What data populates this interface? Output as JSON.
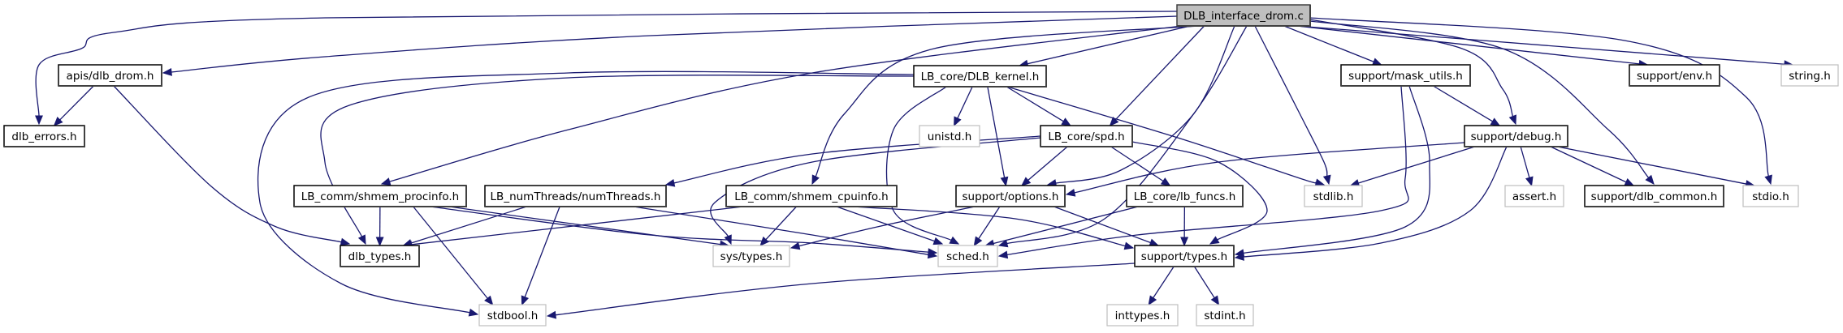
{
  "title": "DLB_interface_drom.c include dependency graph",
  "colors": {
    "edge": "#191970",
    "root_fill": "#bfbfbf",
    "root_border": "#404040",
    "documented_border": "#000000",
    "external_border": "#bfbfbf",
    "node_fill": "#ffffff"
  },
  "nodes": [
    {
      "id": "root",
      "label": "DLB_interface_drom.c",
      "kind": "root"
    },
    {
      "id": "apis_drom",
      "label": "apis/dlb_drom.h",
      "kind": "documented"
    },
    {
      "id": "dlb_errors",
      "label": "dlb_errors.h",
      "kind": "documented"
    },
    {
      "id": "dlb_kernel",
      "label": "LB_core/DLB_kernel.h",
      "kind": "documented"
    },
    {
      "id": "unistd",
      "label": "unistd.h",
      "kind": "external"
    },
    {
      "id": "spd",
      "label": "LB_core/spd.h",
      "kind": "documented"
    },
    {
      "id": "mask_utils",
      "label": "support/mask_utils.h",
      "kind": "documented"
    },
    {
      "id": "env",
      "label": "support/env.h",
      "kind": "documented"
    },
    {
      "id": "string",
      "label": "string.h",
      "kind": "external"
    },
    {
      "id": "debug",
      "label": "support/debug.h",
      "kind": "documented"
    },
    {
      "id": "procinfo",
      "label": "LB_comm/shmem_procinfo.h",
      "kind": "documented"
    },
    {
      "id": "numthreads",
      "label": "LB_numThreads/numThreads.h",
      "kind": "documented"
    },
    {
      "id": "cpuinfo",
      "label": "LB_comm/shmem_cpuinfo.h",
      "kind": "documented"
    },
    {
      "id": "options",
      "label": "support/options.h",
      "kind": "documented"
    },
    {
      "id": "lb_funcs",
      "label": "LB_core/lb_funcs.h",
      "kind": "documented"
    },
    {
      "id": "stdlib",
      "label": "stdlib.h",
      "kind": "external"
    },
    {
      "id": "assert",
      "label": "assert.h",
      "kind": "external"
    },
    {
      "id": "dlb_common",
      "label": "support/dlb_common.h",
      "kind": "documented"
    },
    {
      "id": "stdio",
      "label": "stdio.h",
      "kind": "external"
    },
    {
      "id": "dlb_types",
      "label": "dlb_types.h",
      "kind": "documented"
    },
    {
      "id": "sys_types",
      "label": "sys/types.h",
      "kind": "external"
    },
    {
      "id": "sched",
      "label": "sched.h",
      "kind": "external"
    },
    {
      "id": "support_types",
      "label": "support/types.h",
      "kind": "documented"
    },
    {
      "id": "stdbool",
      "label": "stdbool.h",
      "kind": "external"
    },
    {
      "id": "inttypes",
      "label": "inttypes.h",
      "kind": "external"
    },
    {
      "id": "stdint",
      "label": "stdint.h",
      "kind": "external"
    }
  ],
  "edges": [
    {
      "from": "root",
      "to": "apis_drom"
    },
    {
      "from": "root",
      "to": "dlb_errors"
    },
    {
      "from": "root",
      "to": "dlb_kernel"
    },
    {
      "from": "root",
      "to": "procinfo"
    },
    {
      "from": "root",
      "to": "cpuinfo"
    },
    {
      "from": "root",
      "to": "spd"
    },
    {
      "from": "root",
      "to": "options"
    },
    {
      "from": "root",
      "to": "sched"
    },
    {
      "from": "root",
      "to": "stdlib"
    },
    {
      "from": "root",
      "to": "mask_utils"
    },
    {
      "from": "root",
      "to": "debug"
    },
    {
      "from": "root",
      "to": "dlb_common"
    },
    {
      "from": "root",
      "to": "env"
    },
    {
      "from": "root",
      "to": "string"
    },
    {
      "from": "root",
      "to": "stdio"
    },
    {
      "from": "apis_drom",
      "to": "dlb_errors"
    },
    {
      "from": "apis_drom",
      "to": "dlb_types"
    },
    {
      "from": "dlb_kernel",
      "to": "dlb_types"
    },
    {
      "from": "dlb_kernel",
      "to": "stdbool"
    },
    {
      "from": "dlb_kernel",
      "to": "unistd"
    },
    {
      "from": "dlb_kernel",
      "to": "sched"
    },
    {
      "from": "dlb_kernel",
      "to": "options"
    },
    {
      "from": "dlb_kernel",
      "to": "spd"
    },
    {
      "from": "dlb_kernel",
      "to": "stdlib"
    },
    {
      "from": "spd",
      "to": "numthreads"
    },
    {
      "from": "spd",
      "to": "sys_types"
    },
    {
      "from": "spd",
      "to": "options"
    },
    {
      "from": "spd",
      "to": "lb_funcs"
    },
    {
      "from": "spd",
      "to": "support_types"
    },
    {
      "from": "mask_utils",
      "to": "debug"
    },
    {
      "from": "mask_utils",
      "to": "sched"
    },
    {
      "from": "mask_utils",
      "to": "support_types"
    },
    {
      "from": "debug",
      "to": "options"
    },
    {
      "from": "debug",
      "to": "stdlib"
    },
    {
      "from": "debug",
      "to": "assert"
    },
    {
      "from": "debug",
      "to": "dlb_common"
    },
    {
      "from": "debug",
      "to": "stdio"
    },
    {
      "from": "debug",
      "to": "support_types"
    },
    {
      "from": "procinfo",
      "to": "dlb_types"
    },
    {
      "from": "procinfo",
      "to": "stdbool"
    },
    {
      "from": "procinfo",
      "to": "sys_types"
    },
    {
      "from": "procinfo",
      "to": "sched"
    },
    {
      "from": "numthreads",
      "to": "dlb_types"
    },
    {
      "from": "numthreads",
      "to": "stdbool"
    },
    {
      "from": "numthreads",
      "to": "sched"
    },
    {
      "from": "cpuinfo",
      "to": "dlb_types"
    },
    {
      "from": "cpuinfo",
      "to": "sys_types"
    },
    {
      "from": "cpuinfo",
      "to": "sched"
    },
    {
      "from": "cpuinfo",
      "to": "support_types"
    },
    {
      "from": "options",
      "to": "sys_types"
    },
    {
      "from": "options",
      "to": "sched"
    },
    {
      "from": "options",
      "to": "support_types"
    },
    {
      "from": "lb_funcs",
      "to": "sched"
    },
    {
      "from": "lb_funcs",
      "to": "support_types"
    },
    {
      "from": "support_types",
      "to": "stdbool"
    },
    {
      "from": "support_types",
      "to": "inttypes"
    },
    {
      "from": "support_types",
      "to": "stdint"
    }
  ]
}
